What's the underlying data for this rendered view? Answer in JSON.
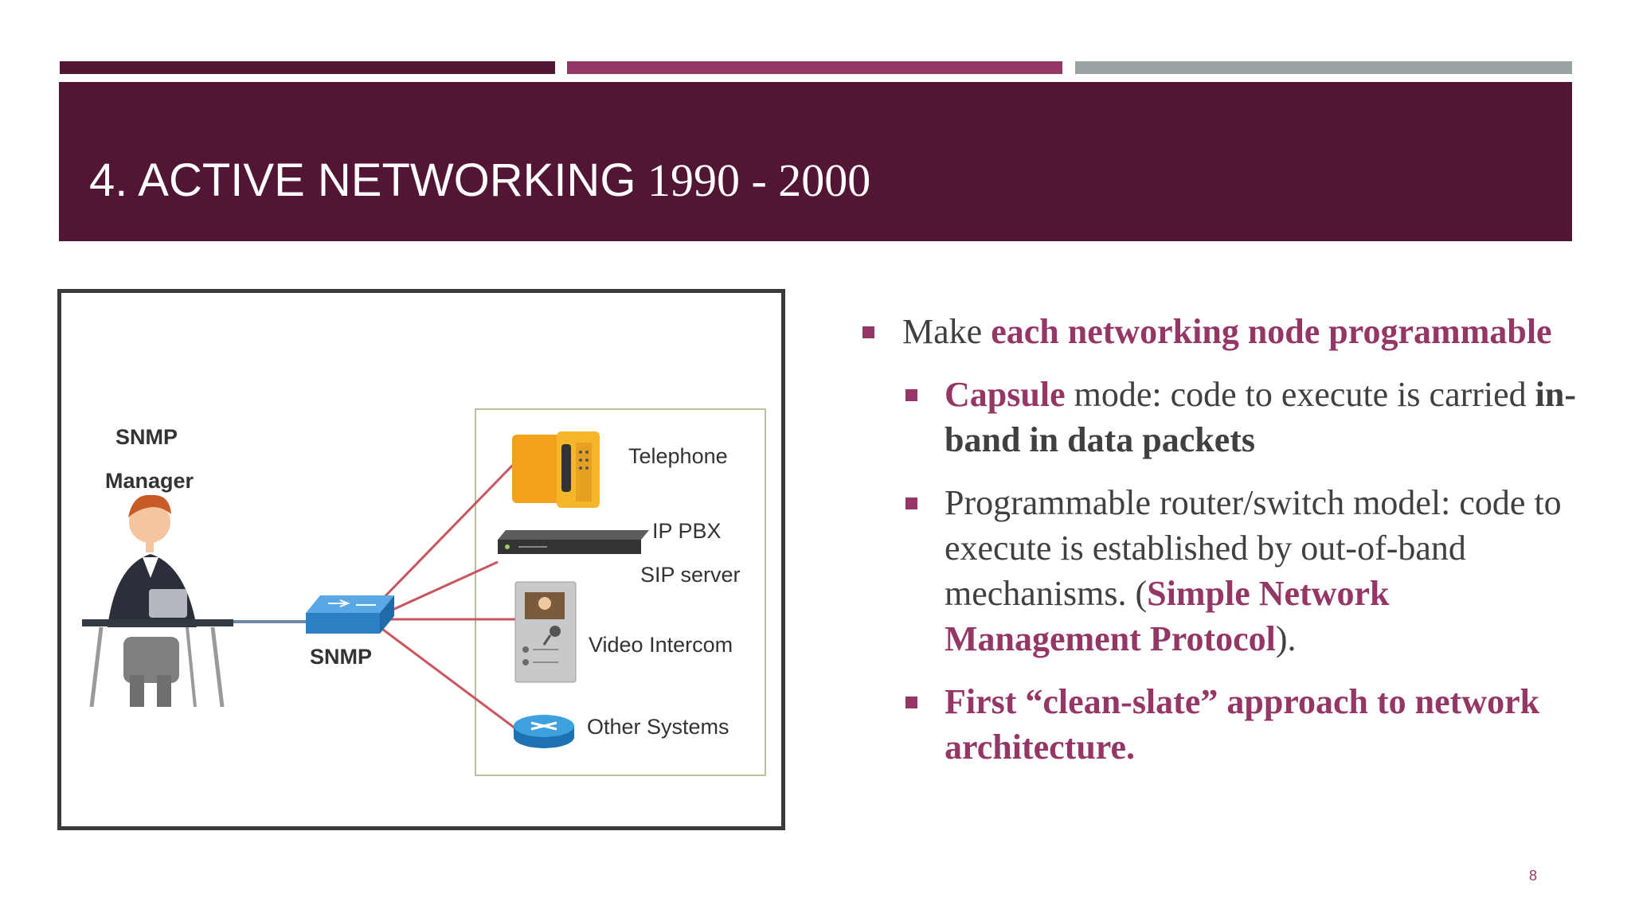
{
  "title": {
    "main": "4. ACTIVE NETWORKING",
    "years": "1990 - 2000"
  },
  "figure": {
    "manager_label_1": "SNMP",
    "manager_label_2": "Manager",
    "switch_label": "SNMP",
    "devices": [
      "Telephone",
      "IP PBX",
      "SIP server",
      "Video Intercom",
      "Other Systems"
    ]
  },
  "bullets": [
    {
      "level": 1,
      "runs": [
        {
          "text": "Make ",
          "style": "plain"
        },
        {
          "text": "each networking node programmable",
          "style": "accent"
        }
      ]
    },
    {
      "level": 2,
      "runs": [
        {
          "text": "Capsule",
          "style": "accent"
        },
        {
          "text": " mode: code to execute is carried ",
          "style": "plain"
        },
        {
          "text": "in-band in data packets",
          "style": "bold"
        }
      ]
    },
    {
      "level": 2,
      "runs": [
        {
          "text": "Programmable router/switch model: code to execute is established by out-of-band mechanisms. (",
          "style": "plain"
        },
        {
          "text": "Simple Network Management Protocol",
          "style": "accent"
        },
        {
          "text": ").",
          "style": "plain"
        }
      ]
    },
    {
      "level": 2,
      "runs": [
        {
          "text": "First “clean-slate” approach to network architecture.",
          "style": "accent"
        }
      ]
    }
  ],
  "page_number": "8",
  "colors": {
    "title_band": "#521534",
    "accent": "#953766",
    "stripe_gray": "#98A2A3",
    "body_text": "#404040"
  }
}
